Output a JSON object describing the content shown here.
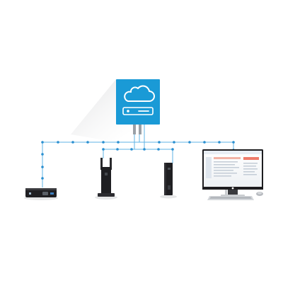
{
  "colors": {
    "accent": "#1a9ad6",
    "line": "#5fb3e6",
    "node": "#2a8fd0",
    "device_dark": "#1f1f22",
    "screen_bg": "#f4f6f8",
    "stand": "#c9ccd0"
  },
  "icons": {
    "server": "cloud-server-icon",
    "thin_client_1": "thin-client-box-icon",
    "thin_client_2": "tower-thin-client-icon",
    "thin_client_3": "mini-tower-icon",
    "workstation": "monitor-icon",
    "keyboard": "keyboard-icon",
    "mouse": "mouse-icon"
  },
  "devices": [
    {
      "id": "cloud-server",
      "icon": "cloud-server-icon"
    },
    {
      "id": "thin-client-box",
      "icon": "thin-client-box-icon"
    },
    {
      "id": "tower-thin-client",
      "icon": "tower-thin-client-icon"
    },
    {
      "id": "mini-tower",
      "icon": "mini-tower-icon"
    },
    {
      "id": "monitor-workstation",
      "icon": "monitor-icon"
    }
  ]
}
